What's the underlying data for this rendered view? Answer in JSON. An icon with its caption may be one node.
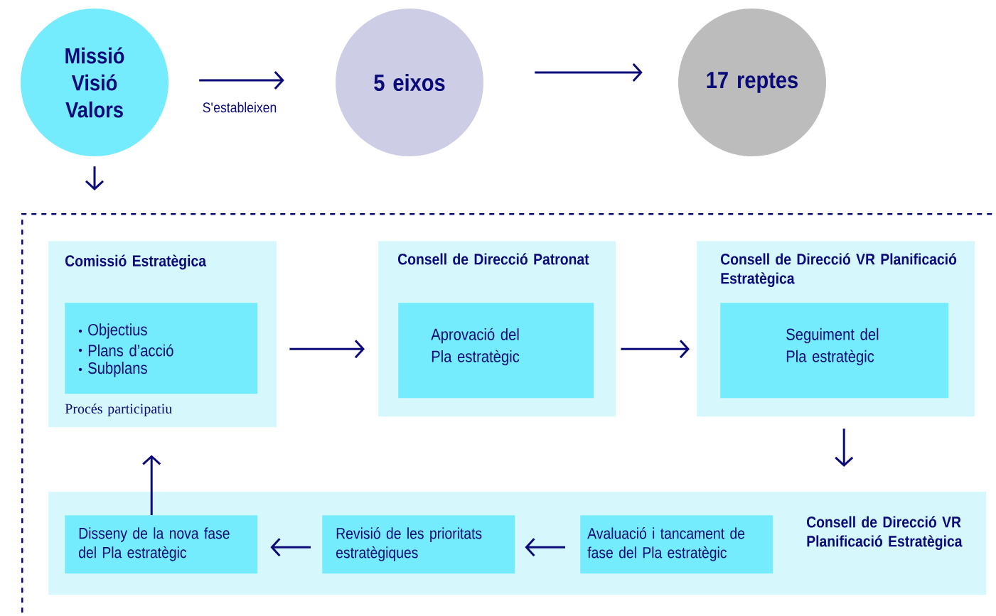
{
  "diagram": {
    "nodes": [
      {
        "text": [
          "Missió Visió Valors"
        ]
      },
      {
        "text": [
          "5 eixos"
        ]
      },
      {
        "text": [
          "17 reptes"
        ]
      },
      {
        "text": [],
        "shape": "box"
      },
      {
        "text": [
          "Comissió Estratègica",
          "Procés participatiu"
        ],
        "in": 3
      },
      {
        "text": [
          "Objectius",
          "Plans d’acció",
          "Subplans"
        ],
        "in": 4
      },
      {
        "text": [
          "Consell de Direcció Patronat"
        ],
        "in": 3
      },
      {
        "text": [
          "Aprovació del Pla estratègic"
        ],
        "in": 6
      },
      {
        "text": [
          "Consell de Direcció VR Planificació Estratègica"
        ],
        "in": 3
      },
      {
        "text": [
          "Seguiment del Pla estratègic"
        ],
        "in": 8
      },
      {
        "text": [
          "Consell de Direcció VR Planificació Estratègica"
        ],
        "in": 3
      },
      {
        "text": [
          "Avaluació i tancament de fase del Pla estratègic"
        ],
        "in": 10
      },
      {
        "text": [
          "Revisió de les prioritats estratègiques"
        ],
        "in": 10
      },
      {
        "text": [
          "Disseny de la nova fase del Pla estratègic"
        ],
        "in": 10
      }
    ],
    "edges": [
      {
        "from": 0,
        "to": 1,
        "arrow": "to",
        "label": "S'estableixen"
      },
      {
        "from": 1,
        "to": 2,
        "arrow": "to"
      },
      {
        "from": 0,
        "to": 3,
        "arrow": "to"
      },
      {
        "from": 4,
        "to": 6,
        "arrow": "to"
      },
      {
        "from": 6,
        "to": 8,
        "arrow": "to"
      },
      {
        "from": 8,
        "to": 10,
        "arrow": "to"
      },
      {
        "from": 11,
        "to": 12,
        "arrow": "to"
      },
      {
        "from": 12,
        "to": 13,
        "arrow": "to"
      },
      {
        "from": 13,
        "to": 4,
        "arrow": "to"
      }
    ]
  }
}
